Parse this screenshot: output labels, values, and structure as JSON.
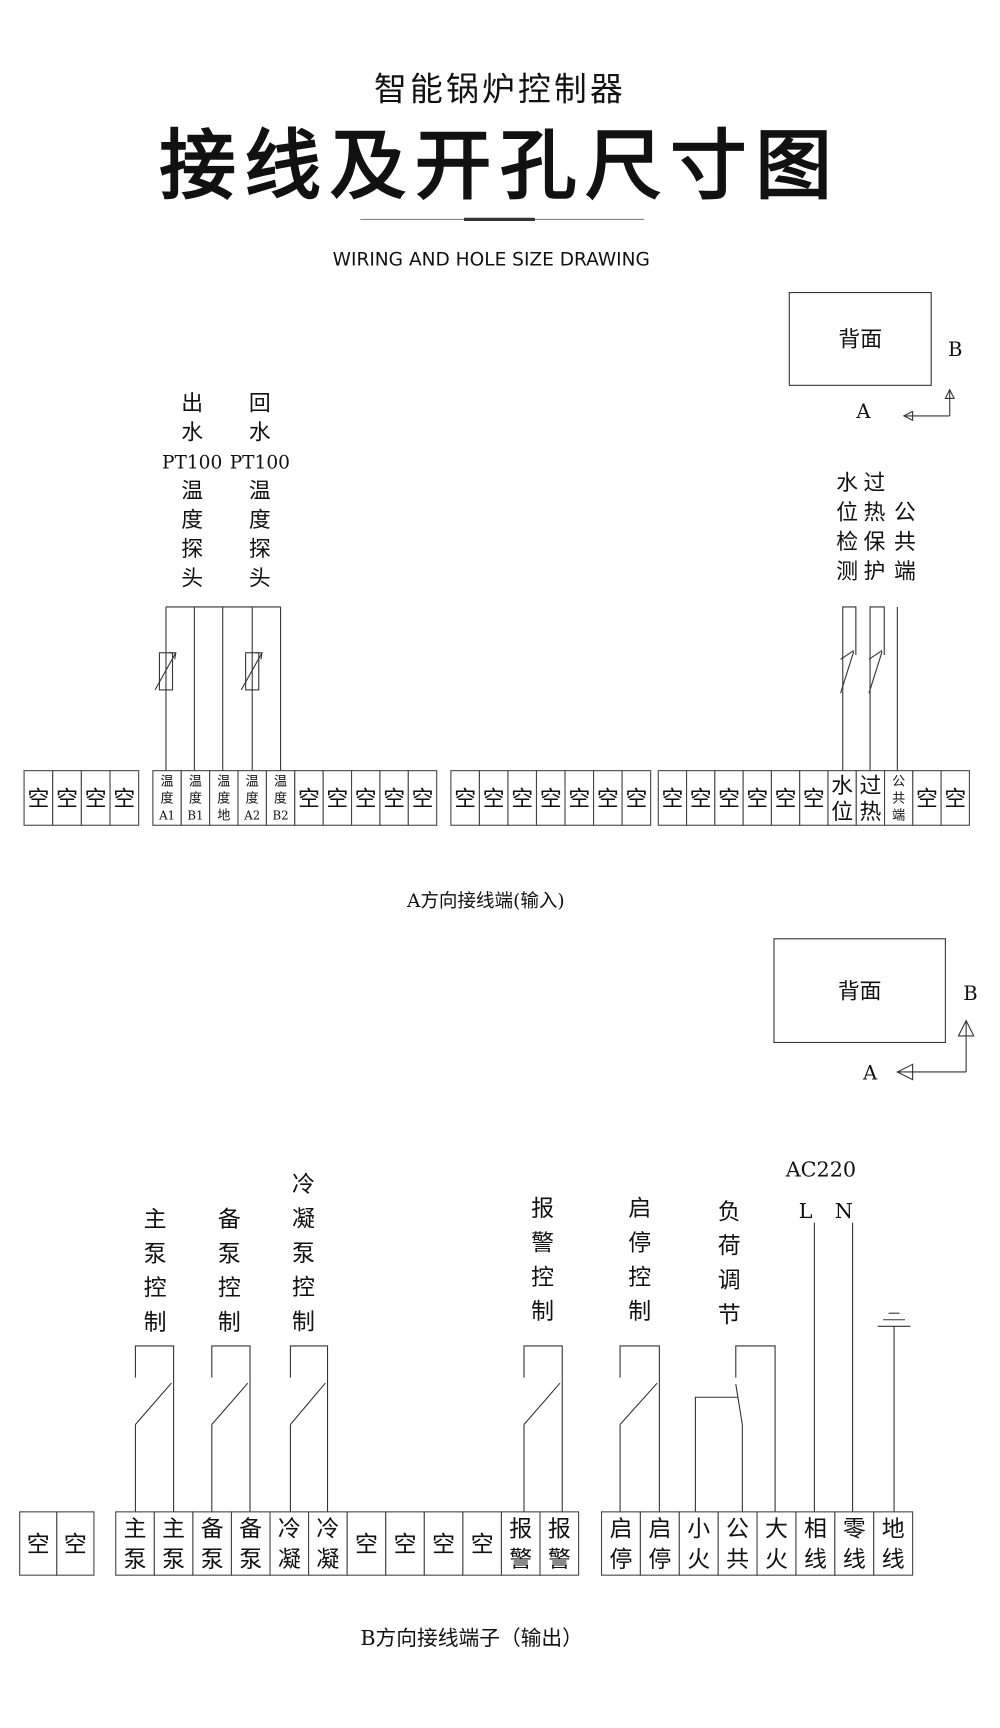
{
  "header": {
    "title_small": "智能锅炉控制器",
    "title_large": "接线及开孔尺寸图",
    "subtitle_en": "WIRING AND HOLE SIZE DRAWING"
  },
  "section_a": {
    "back_label": "背面",
    "axis_a": "A",
    "axis_b": "B",
    "probe_labels": [
      [
        "出",
        "水",
        "PT100",
        "温",
        "度",
        "探",
        "头"
      ],
      [
        "回",
        "水",
        "PT100",
        "温",
        "度",
        "探",
        "头"
      ]
    ],
    "right_labels": [
      [
        "水",
        "位",
        "检",
        "测"
      ],
      [
        "过",
        "热",
        "保",
        "护"
      ],
      [
        "公",
        "共",
        "端"
      ]
    ],
    "blocks": [
      [
        [
          "空"
        ],
        [
          "空"
        ],
        [
          "空"
        ],
        [
          "空"
        ]
      ],
      [
        [
          "温",
          "度",
          "A1"
        ],
        [
          "温",
          "度",
          "B1"
        ],
        [
          "温",
          "度",
          "地"
        ],
        [
          "温",
          "度",
          "A2"
        ],
        [
          "温",
          "度",
          "B2"
        ],
        [
          "空"
        ],
        [
          "空"
        ],
        [
          "空"
        ],
        [
          "空"
        ],
        [
          "空"
        ]
      ],
      [
        [
          "空"
        ],
        [
          "空"
        ],
        [
          "空"
        ],
        [
          "空"
        ],
        [
          "空"
        ],
        [
          "空"
        ],
        [
          "空"
        ]
      ],
      [
        [
          "空"
        ],
        [
          "空"
        ],
        [
          "空"
        ],
        [
          "空"
        ],
        [
          "空"
        ],
        [
          "空"
        ],
        [
          "水",
          "位"
        ],
        [
          "过",
          "热"
        ],
        [
          "公",
          "共",
          "端"
        ],
        [
          "空"
        ],
        [
          "空"
        ]
      ]
    ],
    "caption": "A方向接线端(输入)"
  },
  "section_b": {
    "back_label": "背面",
    "axis_a": "A",
    "axis_b": "B",
    "labels": [
      [
        "主",
        "泵",
        "控",
        "制"
      ],
      [
        "备",
        "泵",
        "控",
        "制"
      ],
      [
        "冷",
        "凝",
        "泵",
        "控",
        "制"
      ],
      [
        "报",
        "警",
        "控",
        "制"
      ],
      [
        "启",
        "停",
        "控",
        "制"
      ],
      [
        "负",
        "荷",
        "调",
        "节"
      ]
    ],
    "power_label": "AC220",
    "l_label": "L",
    "n_label": "N",
    "blocks": [
      [
        [
          "空"
        ],
        [
          "空"
        ]
      ],
      [
        [
          "主",
          "泵"
        ],
        [
          "主",
          "泵"
        ],
        [
          "备",
          "泵"
        ],
        [
          "备",
          "泵"
        ],
        [
          "冷",
          "凝"
        ],
        [
          "冷",
          "凝"
        ],
        [
          "空"
        ],
        [
          "空"
        ],
        [
          "空"
        ],
        [
          "空"
        ],
        [
          "报",
          "警"
        ],
        [
          "报",
          "警"
        ]
      ],
      [
        [
          "启",
          "停"
        ],
        [
          "启",
          "停"
        ],
        [
          "小",
          "火"
        ],
        [
          "公",
          "共"
        ],
        [
          "大",
          "火"
        ],
        [
          "相",
          "线"
        ],
        [
          "零",
          "线"
        ],
        [
          "地",
          "线"
        ]
      ]
    ],
    "caption": "B方向接线端子（输出）"
  }
}
